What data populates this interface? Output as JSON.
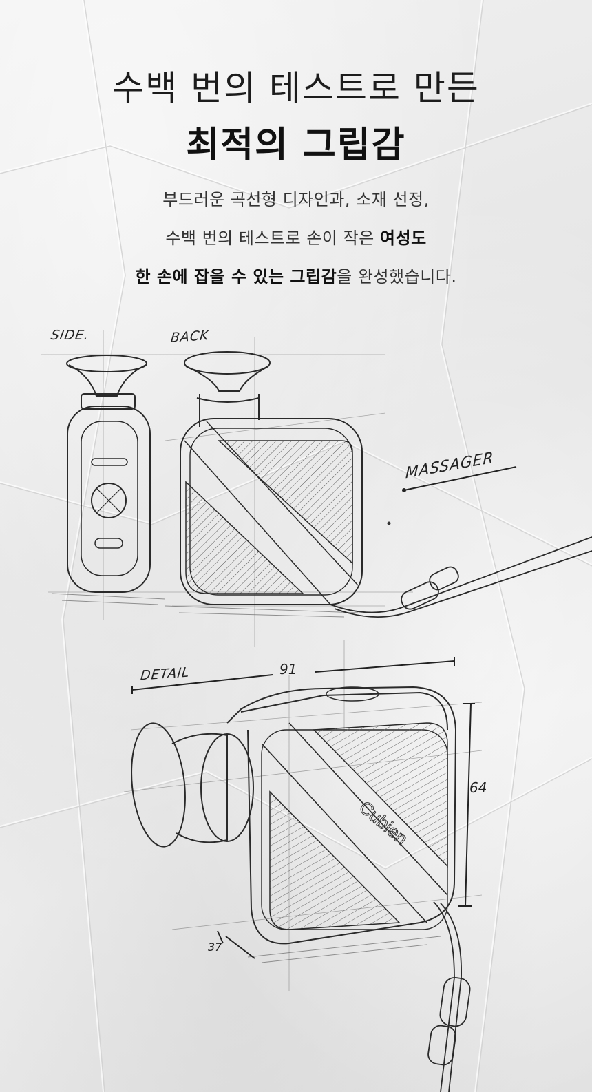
{
  "title_line1": "수백 번의 테스트로 만든",
  "title_line2": "최적의 그립감",
  "description": {
    "line1": "부드러운 곡선형 디자인과, 소재 선정,",
    "line2_normal": "수백 번의 테스트로 손이 작은 ",
    "line2_bold": "여성도",
    "line3_bold": "한 손에 잡을 수 있는 그립감",
    "line3_normal": "을 완성했습니다."
  },
  "sketch_labels": {
    "side": "SIDE.",
    "back": "BACK",
    "massager": "MASSAGER",
    "detail": "DETAIL",
    "brand_logo": "Cubien"
  },
  "dimensions": {
    "width": "91",
    "height": "64",
    "depth": "37"
  }
}
